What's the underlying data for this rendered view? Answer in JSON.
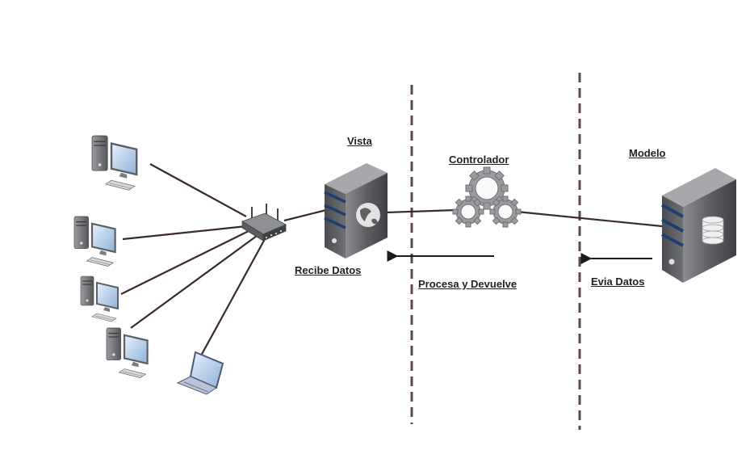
{
  "labels": {
    "vista": "Vista",
    "controlador": "Controlador",
    "modelo": "Modelo",
    "recibe": "Recibe Datos",
    "procesa": "Procesa y Devuelve",
    "envia": "Evia Datos"
  },
  "colors": {
    "line": "#3a2a2e",
    "dash": "#5a4a4a",
    "server_body": "#5e6064",
    "server_stripe": "#1f3f73",
    "gear": "#9a9ca0"
  },
  "icons": [
    "desktop-computer-icon",
    "laptop-icon",
    "router-icon",
    "web-server-icon",
    "gears-icon",
    "database-server-icon"
  ]
}
